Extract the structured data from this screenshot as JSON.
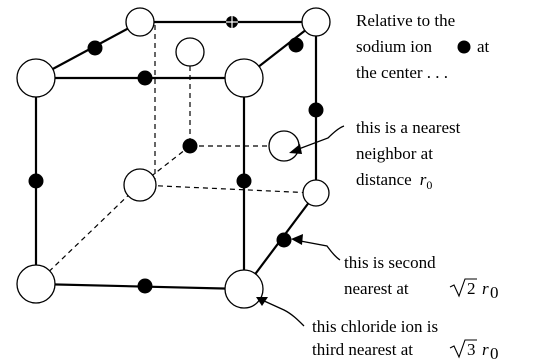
{
  "title_lines": [
    "Relative to the",
    "sodium ion",
    "the center . . ."
  ],
  "title_at": "at",
  "callout_nearest": {
    "lines": [
      "this is a nearest",
      "neighbor  at",
      "distance"
    ],
    "symbol": "r",
    "subscript": "0"
  },
  "callout_second": {
    "lines": [
      "this is second",
      "nearest at"
    ],
    "symbol": "r",
    "subscript": "0"
  },
  "callout_third": {
    "lines": [
      "this chloride ion is",
      "third  nearest at"
    ],
    "symbol": "r",
    "subscript": "0"
  }
}
